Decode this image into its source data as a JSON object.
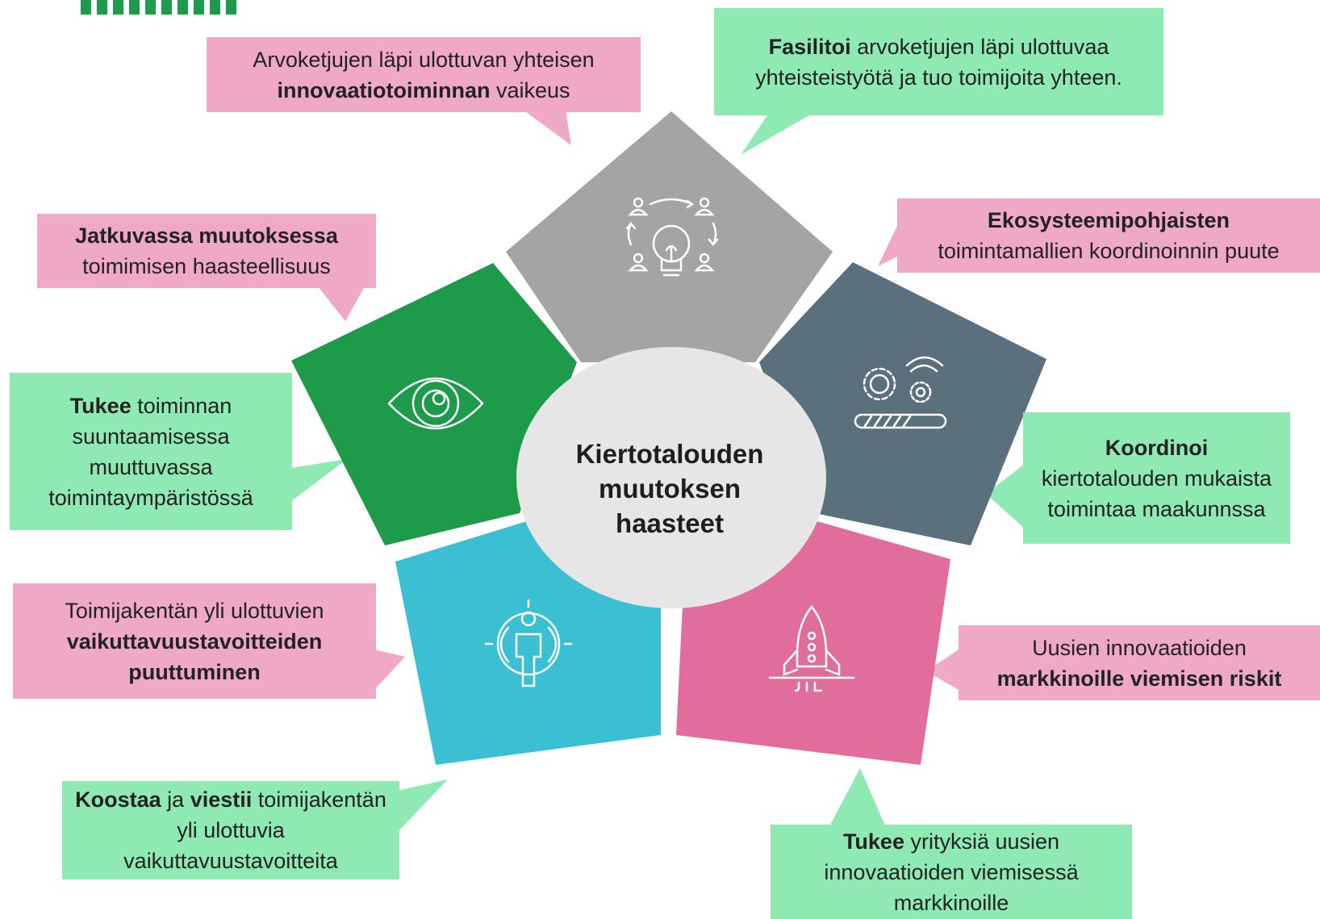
{
  "colors": {
    "grey": "#a4a4a4",
    "slate": "#5a707d",
    "pink_segment": "#e16d9d",
    "cyan": "#3bbfd3",
    "green": "#1e9a4b",
    "center": "#e6e6e6",
    "pink_callout": "#efa9c6",
    "green_callout": "#8fe9b2"
  },
  "center": {
    "line1": "Kiertotalouden",
    "line2": "muutoksen",
    "line3": "haasteet"
  },
  "segments": [
    {
      "id": "top",
      "icon": "lightbulb-collaboration-icon"
    },
    {
      "id": "right",
      "icon": "gears-progress-icon"
    },
    {
      "id": "bottom-right",
      "icon": "rocket-icon"
    },
    {
      "id": "bottom-left",
      "icon": "person-target-icon"
    },
    {
      "id": "left",
      "icon": "eye-icon"
    }
  ],
  "callouts": {
    "c1": {
      "pre": "Arvoketjujen läpi ulottuvan yhteisen ",
      "bold": "innovaatiotoiminnan",
      "post": " vaikeus"
    },
    "c2": {
      "bold": "Fasilitoi",
      "post": " arvoketjujen läpi ulottuvaa yhteisteistyötä ja tuo toimijoita yhteen."
    },
    "c3": {
      "bold": "Ekosysteemipohjaisten",
      "post": " toimintamallien koordinoinnin puute"
    },
    "c4": {
      "bold": "Koordinoi",
      "post": " kiertotalouden mukaista toimintaa maakunnssa"
    },
    "c5": {
      "pre": "Uusien innovaatioiden ",
      "bold": "markkinoille viemisen riskit"
    },
    "c6": {
      "bold": "Tukee",
      "post": " yrityksiä uusien innovaatioiden viemisessä markkinoille"
    },
    "c7": {
      "bold": "Koostaa",
      "mid": " ja ",
      "bold2": "viestii",
      "post": " toimijakentän yli ulottuvia vaikuttavuustavoitteita"
    },
    "c8": {
      "pre": "Toimijakentän yli ulottuvien ",
      "bold": "vaikuttavuustavoitteiden puuttuminen"
    },
    "c9": {
      "bold": "Tukee",
      "post": " toiminnan suuntaamisessa muuttuvassa toimintaympäristössä"
    },
    "c10": {
      "bold": "Jatkuvassa muutoksessa",
      "post": " toimimisen haasteellisuus"
    }
  }
}
